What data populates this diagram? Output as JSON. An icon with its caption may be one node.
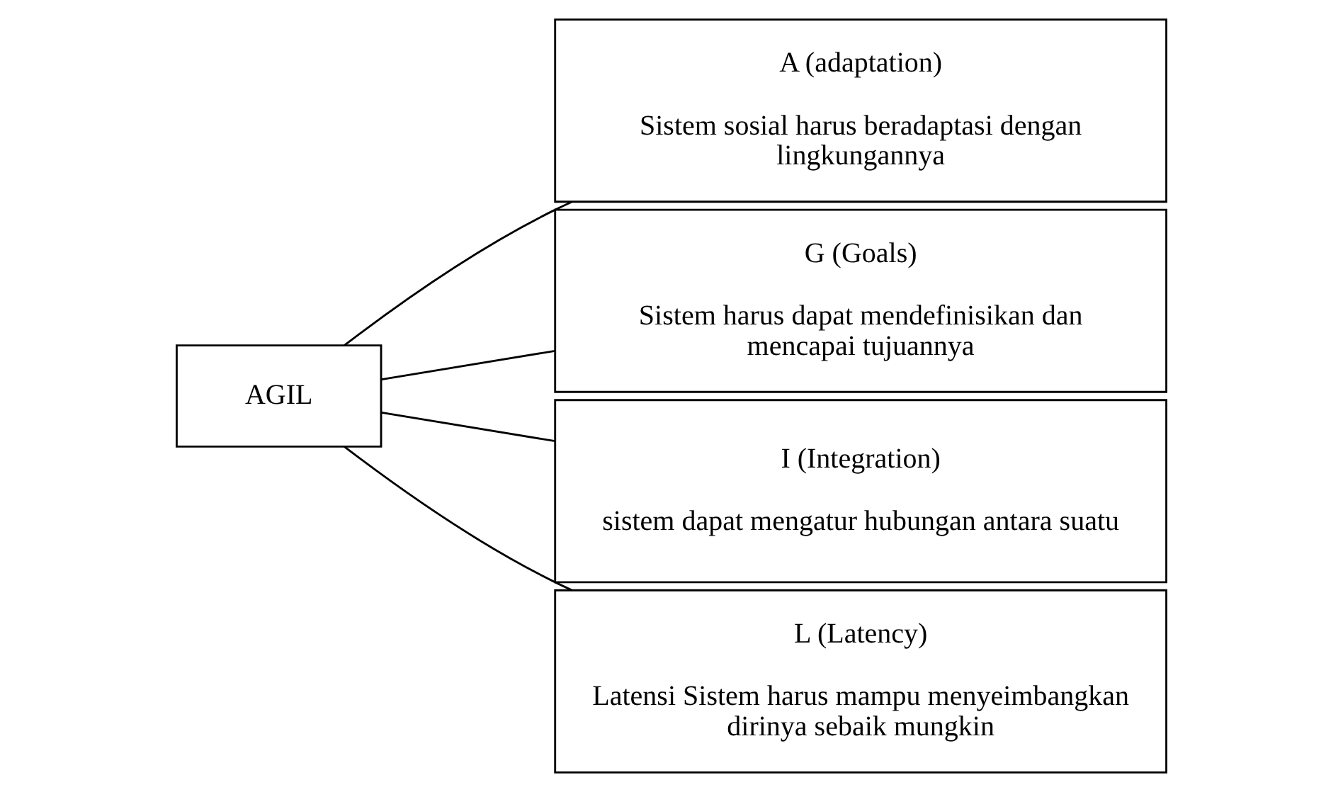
{
  "diagram": {
    "nodes": [
      {
        "text": [
          "AGIL"
        ]
      },
      {
        "text": [
          "A (adaptation)",
          "Sistem sosial harus beradaptasi dengan lingkungannya"
        ]
      },
      {
        "text": [
          "G (Goals)",
          "Sistem harus dapat mendefinisikan dan mencapai tujuannya"
        ]
      },
      {
        "text": [
          "I (Integration)",
          "sistem dapat mengatur hubungan antara suatu"
        ]
      },
      {
        "text": [
          "L (Latency)",
          "Latensi Sistem harus mampu menyeimbangkan dirinya sebaik mungkin"
        ]
      }
    ],
    "edges": [
      {
        "from": 0,
        "to": 1,
        "arrow": "none"
      },
      {
        "from": 0,
        "to": 2,
        "arrow": "none"
      },
      {
        "from": 0,
        "to": 3,
        "arrow": "none"
      },
      {
        "from": 0,
        "to": 4,
        "arrow": "none"
      }
    ]
  }
}
